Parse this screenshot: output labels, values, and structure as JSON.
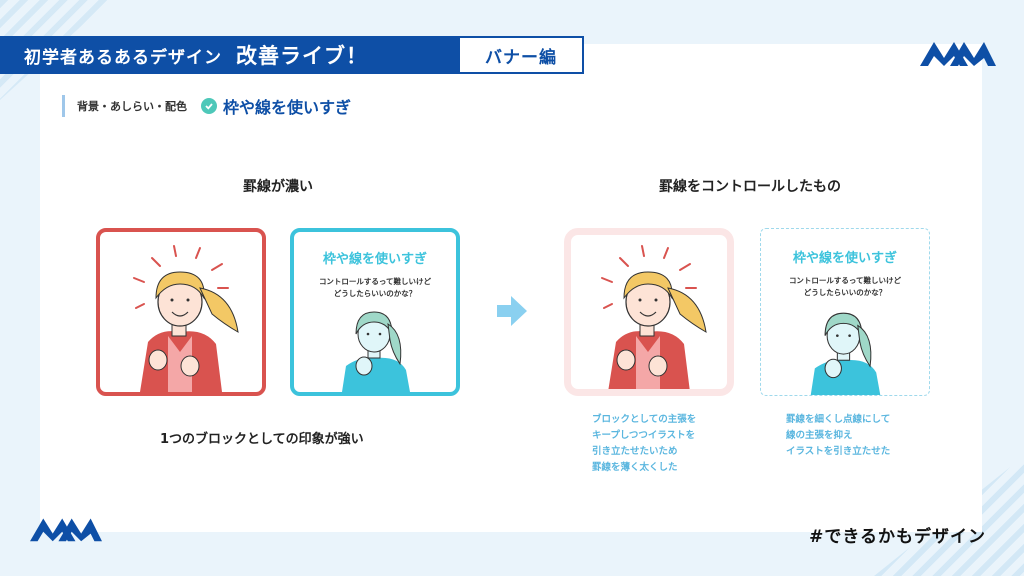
{
  "header": {
    "title": "初学者あるあるデザイン",
    "accent": "改善ライブ！",
    "tag": "バナー編"
  },
  "breadcrumb": {
    "category": "背景・あしらい・配色",
    "topic": "枠や線を使いすぎ"
  },
  "left_section": {
    "title": "罫線が濃い",
    "card_title": "枠や線を使いすぎ",
    "card_body_1": "コントロールするって難しいけど",
    "card_body_2": "どうしたらいいのかな？",
    "caption": "1つのブロックとしての印象が強い"
  },
  "right_section": {
    "title": "罫線をコントロールしたもの",
    "card_title": "枠や線を使いすぎ",
    "card_body_1": "コントロールするって難しいけど",
    "card_body_2": "どうしたらいいのかな？",
    "note_left": [
      "ブロックとしての主張を",
      "キープしつつイラストを",
      "引き立たせたいため",
      "罫線を薄く太くした"
    ],
    "note_right": [
      "罫線を細くし点線にして",
      "線の主張を抑え",
      "イラストを引き立たせた"
    ]
  },
  "footer": {
    "hashtag": "#できるかもデザイン"
  },
  "colors": {
    "brand_blue": "#0e4fa6",
    "red_frame": "#d9534f",
    "cyan_frame": "#3cc3dc",
    "pink_frame": "#fbe6e6",
    "arrow": "#8ad0f0",
    "check": "#4ec8b9"
  },
  "icons": [
    "logo-mark-icon",
    "check-icon",
    "arrow-right-icon",
    "woman-illustration-icon",
    "thinking-woman-illustration-icon"
  ]
}
